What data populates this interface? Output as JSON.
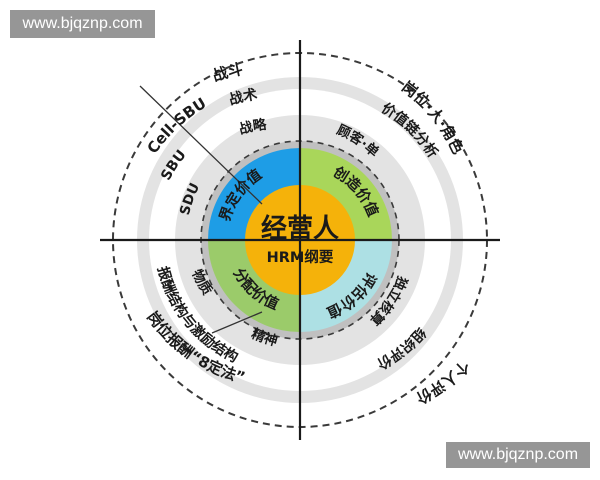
{
  "watermark": {
    "top": "www.bjqznp.com",
    "bottom": "www.bjqznp.com"
  },
  "center": {
    "title": "经营人",
    "subtitle": "HRM纲要"
  },
  "inner_labels": {
    "top_left": "界定价值",
    "top_right": "创造价值",
    "bottom_left": "分配价值",
    "bottom_right": "评估价值"
  },
  "ring2_labels": {
    "sdu": "SDU",
    "strategy": "战略",
    "customer": "顾客·单",
    "material": "物质",
    "spirit": "精神",
    "accounting": "独立核算"
  },
  "ring3_labels": {
    "sbu": "SBU",
    "tactics": "战术",
    "value_chain": "价值链分析",
    "pay_structure": "报酬结构与激励结构",
    "org_eval": "组织评价"
  },
  "outer_labels": {
    "cell_sbu": "Cell-SBU",
    "battle": "战斗",
    "position": "岗位·人·角色",
    "pay_method": "岗位报酬“8定法”",
    "personal_eval": "个人评价"
  },
  "colors": {
    "gold": "#F5B20A",
    "blue": "#1E9DE6",
    "green_light": "#A9D65A",
    "green": "#9BCB6A",
    "aqua": "#ADE0E4",
    "ring_gray": "#C0C0C0",
    "band_gray": "#E3E3E3",
    "text": "#2A2A2A"
  }
}
